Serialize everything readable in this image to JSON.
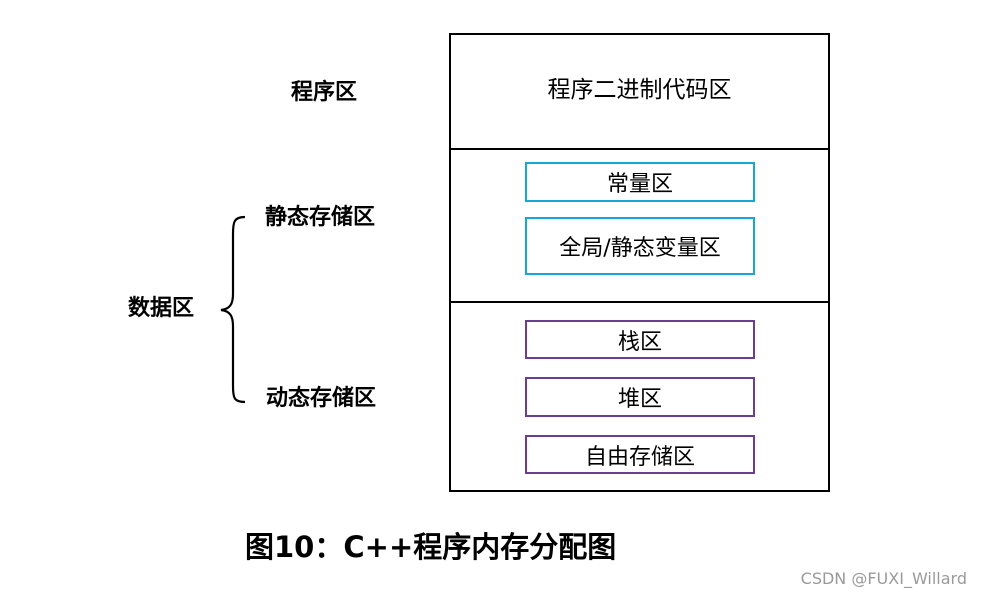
{
  "labels": {
    "program_area": "程序区",
    "static_storage": "静态存储区",
    "data_area": "数据区",
    "dynamic_storage": "动态存储区"
  },
  "memory": {
    "program_binary": "程序二进制代码区",
    "static_boxes": [
      "常量区",
      "全局/静态变量区"
    ],
    "dynamic_boxes": [
      "栈区",
      "堆区",
      "自由存储区"
    ]
  },
  "caption": "图10：C++程序内存分配图",
  "watermark": "CSDN @FUXI_Willard",
  "colors": {
    "static_box_border": "#1aa6d4",
    "dynamic_box_border": "#6a3f93"
  }
}
